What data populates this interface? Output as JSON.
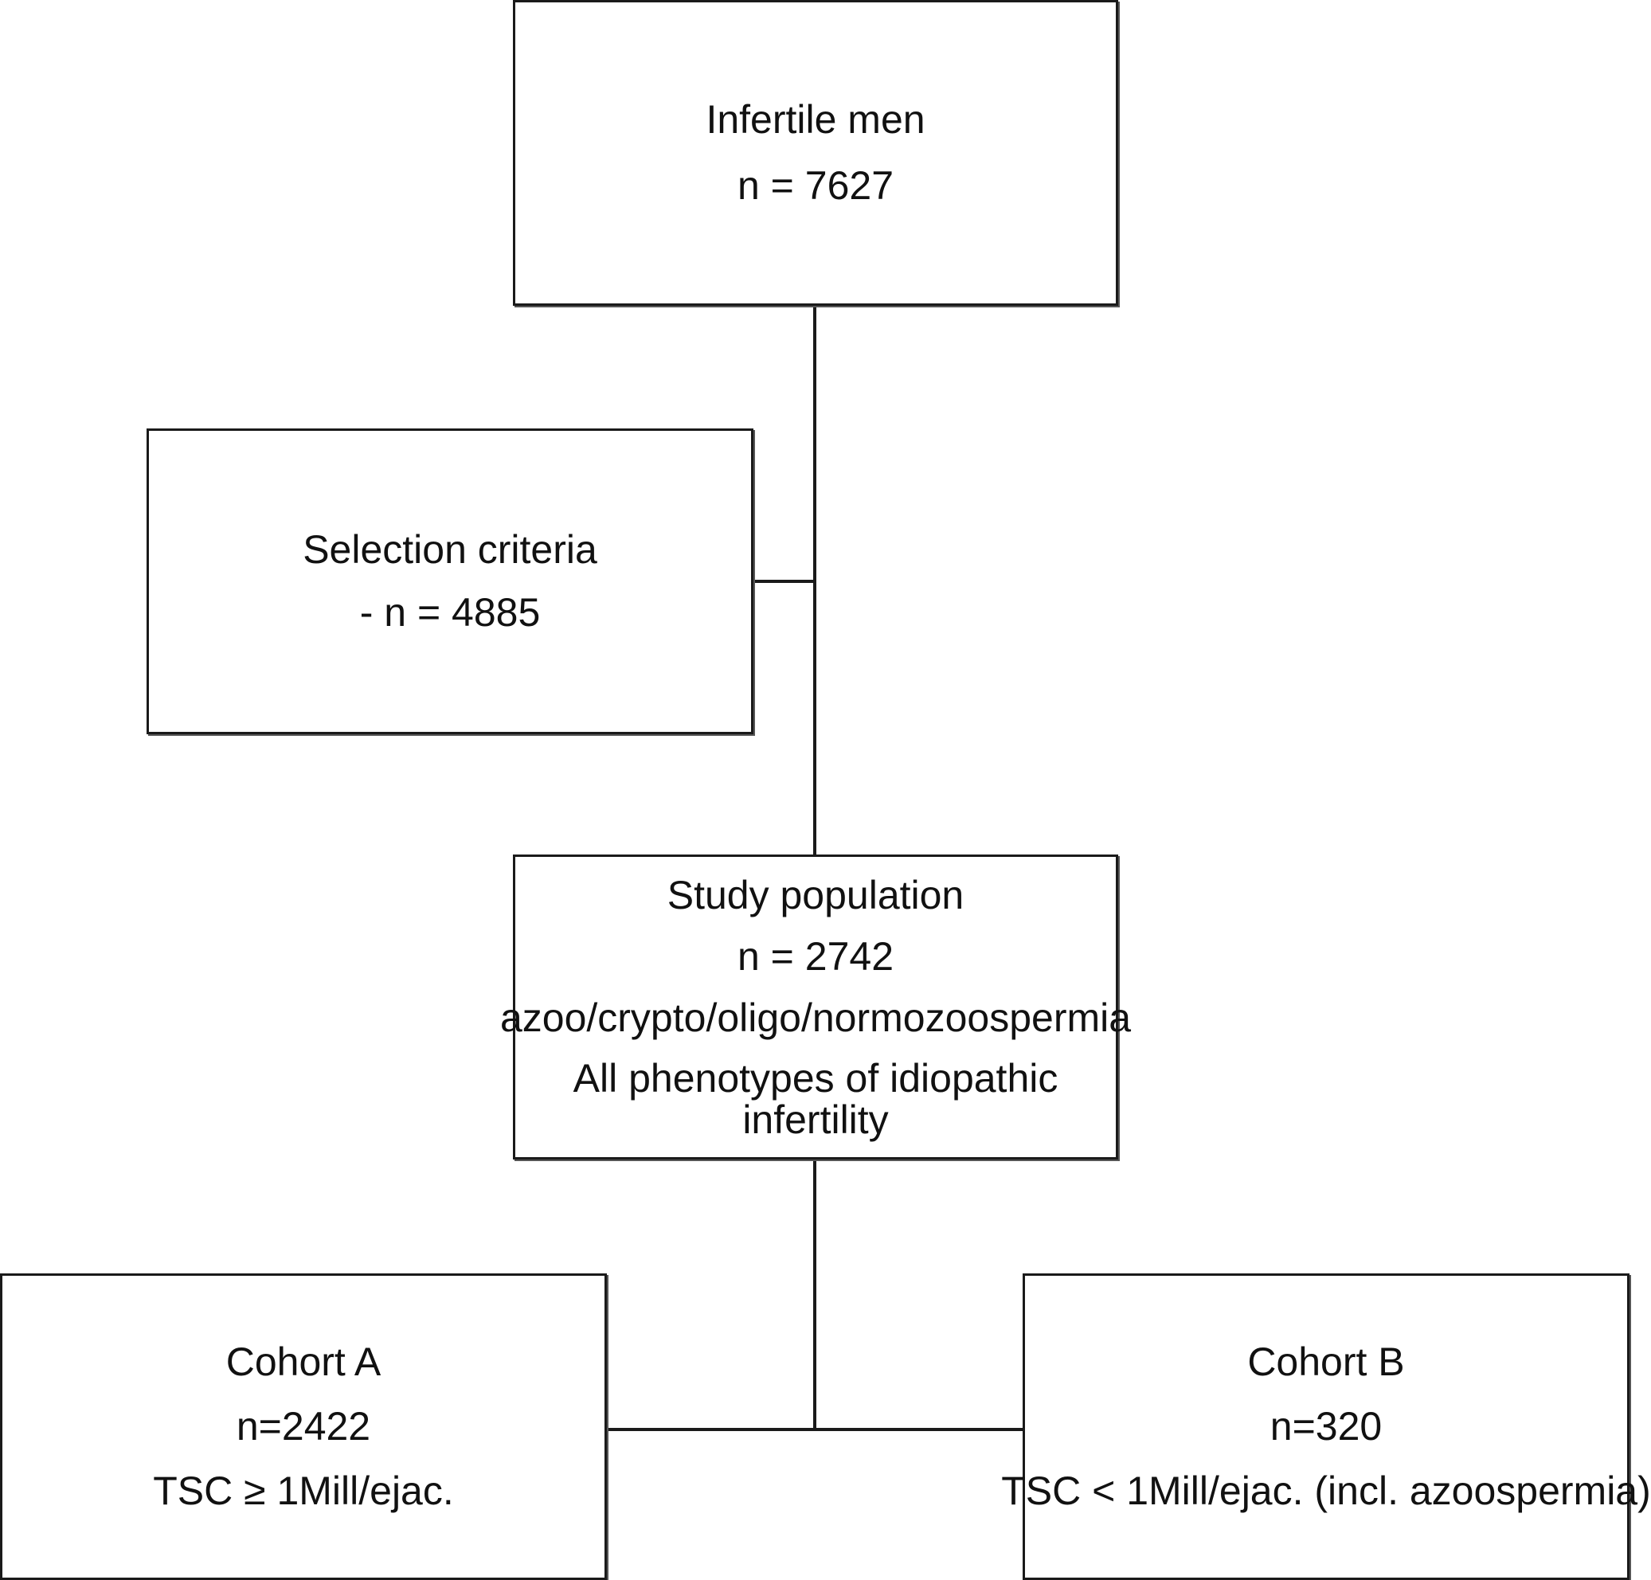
{
  "boxes": {
    "infertile": {
      "title": "Infertile men",
      "count": "n = 7627"
    },
    "selection": {
      "title": "Selection criteria",
      "count": "- n = 4885"
    },
    "study": {
      "title": "Study population",
      "count": "n = 2742",
      "description": "azoo/crypto/oligo/normozoospermia",
      "note": "All phenotypes of idiopathic infertility"
    },
    "cohort_a": {
      "title": "Cohort A",
      "count": "n=2422",
      "criterion": "TSC ≥ 1Mill/ejac."
    },
    "cohort_b": {
      "title": "Cohort B",
      "count": "n=320",
      "criterion": "TSC < 1Mill/ejac. (incl. azoospermia)"
    }
  }
}
